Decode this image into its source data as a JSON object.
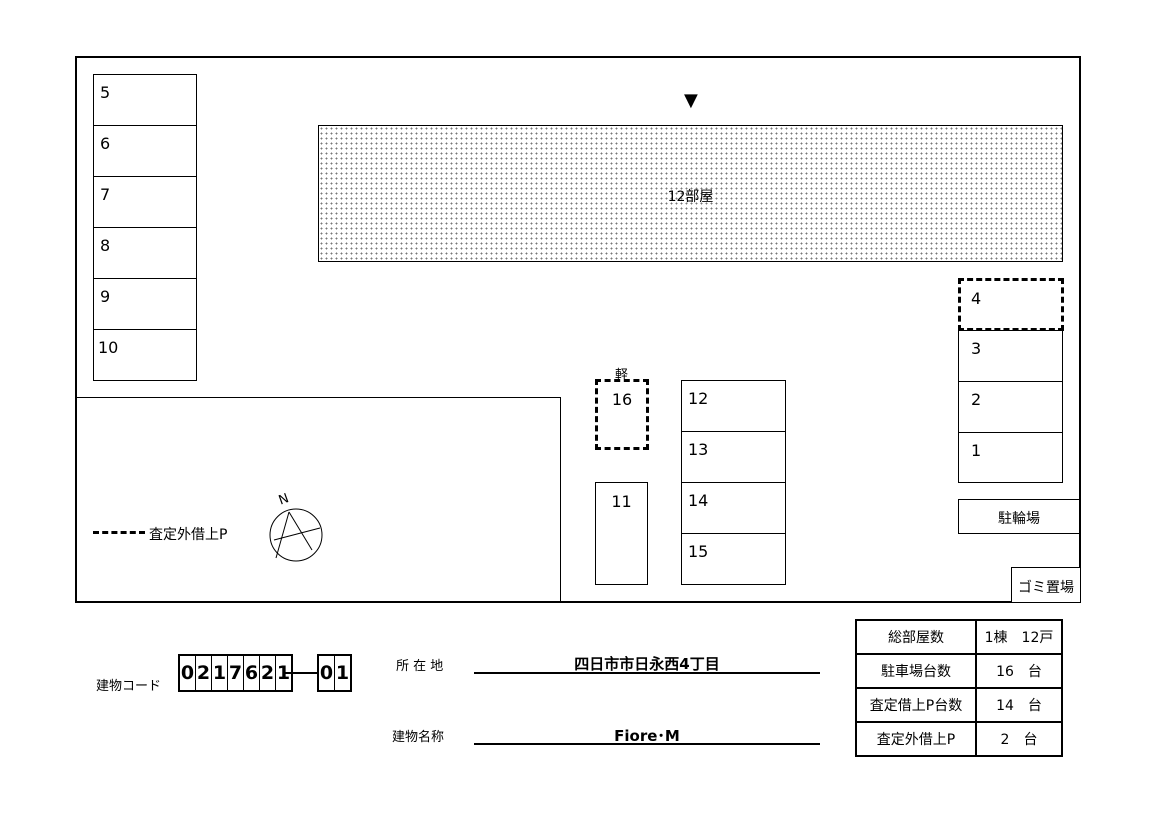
{
  "building": {
    "label": "12部屋",
    "entrance_marker": "▼"
  },
  "stalls_left": [
    {
      "num": "5"
    },
    {
      "num": "6"
    },
    {
      "num": "7"
    },
    {
      "num": "8"
    },
    {
      "num": "9"
    },
    {
      "num": "10"
    }
  ],
  "stalls_right": [
    {
      "num": "4",
      "excluded": true
    },
    {
      "num": "3"
    },
    {
      "num": "2"
    },
    {
      "num": "1"
    }
  ],
  "stalls_middle": [
    {
      "num": "12"
    },
    {
      "num": "13"
    },
    {
      "num": "14"
    },
    {
      "num": "15"
    }
  ],
  "stall_16": {
    "num": "16",
    "tag": "軽"
  },
  "stall_11": {
    "num": "11"
  },
  "bike_parking": "駐輪場",
  "garbage": "ゴミ置場",
  "legend": {
    "label": "査定外借上P"
  },
  "compass": {
    "north": "N"
  },
  "building_code": {
    "label": "建物コード",
    "digits": [
      "0",
      "2",
      "1",
      "7",
      "6",
      "2",
      "1"
    ],
    "suffix": [
      "0",
      "1"
    ]
  },
  "address": {
    "label": "所 在 地",
    "value": "四日市市日永西4丁目"
  },
  "name": {
    "label": "建物名称",
    "value": "Fiore･M"
  },
  "summary": [
    {
      "key": "総部屋数",
      "value": "1棟　12戸"
    },
    {
      "key": "駐車場台数",
      "value": "16　台"
    },
    {
      "key": "査定借上P台数",
      "value": "14　台"
    },
    {
      "key": "査定外借上P",
      "value": "2　台"
    }
  ]
}
